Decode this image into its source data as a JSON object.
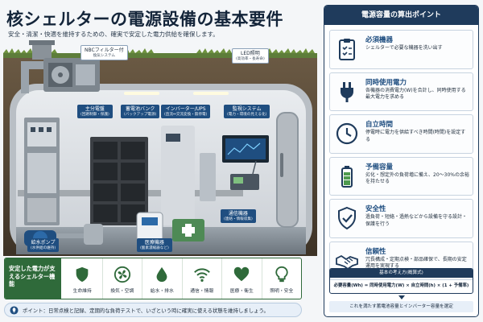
{
  "header": {
    "title": "核シェルターの電源設備の基本要件",
    "subtitle": "安全・清潔・快適を維持するための、確実で安定した電力供給を確保します。"
  },
  "callouts": {
    "nbc": {
      "title": "NBCフィルター付",
      "sub": "換気システム"
    },
    "led": {
      "title": "LED照明",
      "sub": "(高効率・長寿命)"
    },
    "main_panel": {
      "title": "主分電盤",
      "sub": "(回路制御・保護)"
    },
    "battery": {
      "title": "蓄電池バンク",
      "sub": "(バックアップ電源)"
    },
    "inverter": {
      "title": "インバーター/UPS",
      "sub": "(直流⇔交流変換・無停電)"
    },
    "monitor": {
      "title": "監視システム",
      "sub": "(電力・環境の見える化)"
    },
    "pump": {
      "title": "給水ポンプ",
      "sub": "(水供給の維持)"
    },
    "medical": {
      "title": "医療機器",
      "sub": "(酸素濃縮器など)"
    },
    "comms": {
      "title": "通信機器",
      "sub": "(連絡・情報収集)"
    }
  },
  "functions": {
    "heading": "安定した電力が支えるシェルター機能",
    "items": [
      {
        "icon": "shield-icon",
        "label": "生命維持"
      },
      {
        "icon": "fan-icon",
        "label": "換気・空調"
      },
      {
        "icon": "water-drop-icon",
        "label": "給水・排水"
      },
      {
        "icon": "wifi-icon",
        "label": "通信・情報"
      },
      {
        "icon": "heart-icon",
        "label": "医療・衛生"
      },
      {
        "icon": "lightbulb-icon",
        "label": "照明・安全"
      }
    ]
  },
  "point": {
    "text": "ポイント：日常点検と記録、定期的な負荷テストで、いざという時に確実に使える状態を維持しましょう。"
  },
  "panel": {
    "title": "電源容量の算出ポイント",
    "items": [
      {
        "icon": "clipboard-icon",
        "title": "必須機器",
        "desc": "シェルターで必要な機器を洗い出す"
      },
      {
        "icon": "plug-icon",
        "title": "同時使用電力",
        "desc": "各機器の消費電力(W)を合計し、同時使用する最大電力を求める"
      },
      {
        "icon": "clock-icon",
        "title": "自立時間",
        "desc": "停電時に電力を供給すべき時間(時間)を設定する"
      },
      {
        "icon": "battery-icon",
        "title": "予備容量",
        "desc": "劣化・想定外の負荷増に備え、20〜30%の余裕を持たせる"
      },
      {
        "icon": "shield-check-icon",
        "title": "安全性",
        "desc": "過負荷・短絡・過熱などから設備を守る設計・保護を行う"
      },
      {
        "icon": "handshake-icon",
        "title": "信頼性",
        "desc": "冗長構成・定期点検・部品確保で、長期の安定運用を実現する"
      }
    ],
    "formula_head": "基本の考え方(概算式)",
    "formula": "必要容量(Wh) = 同時使用電力(W) × 自立時間(h) × (1 + 予備率)",
    "result": "これを満たす蓄電池容量とインバーター容量を選定"
  }
}
